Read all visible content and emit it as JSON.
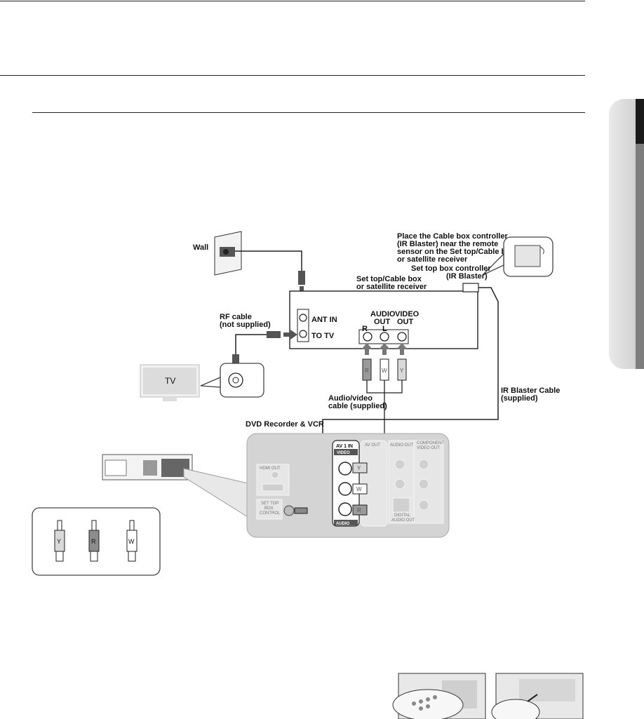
{
  "labels": {
    "wall": "Wall",
    "rf_cable_1": "RF cable",
    "rf_cable_2": "(not supplied)",
    "tv": "TV",
    "ir_note_1": "Place the Cable box controller",
    "ir_note_2": "(IR Blaster) near the remote",
    "ir_note_3": "sensor on the Set top/Cable box",
    "ir_note_4": "or satellite receiver",
    "stb_controller_1": "Set top box controller",
    "stb_controller_2": "(IR Blaster)",
    "stb_box_1": "Set top/Cable box",
    "stb_box_2": "or satellite receiver",
    "audio_out_1": "AUDIO",
    "audio_out_2": "OUT",
    "video_out_1": "VIDEO",
    "video_out_2": "OUT",
    "port_r": "R",
    "port_l": "L",
    "ant_in": "ANT IN",
    "to_tv": "TO TV",
    "av_cable_1": "Audio/video",
    "av_cable_2": "cable (supplied)",
    "ir_cable_1": "IR Blaster Cable",
    "ir_cable_2": "(supplied)",
    "dvd_recorder": "DVD Recorder & VCR",
    "av1_in": "AV 1 IN",
    "av_out": "AV OUT",
    "video": "VIDEO",
    "audio": "AUDIO",
    "audio_out_panel": "AUDIO OUT",
    "component_1": "COMPONENT",
    "component_2": "VIDEO OUT",
    "hdmi_out": "HDMI OUT",
    "stb_control_1": "SET TOP",
    "stb_control_2": "BOX",
    "stb_control_3": "CONTROL",
    "digital_audio_1": "DIGITAL",
    "digital_audio_2": "AUDIO OUT",
    "plug_y": "Y",
    "plug_w": "W",
    "plug_r": "R"
  },
  "colors": {
    "panel": "#d4d4d4",
    "plug_y": "#d9d9d9",
    "plug_r": "#8c8c8c",
    "plug_w": "#ffffff"
  }
}
